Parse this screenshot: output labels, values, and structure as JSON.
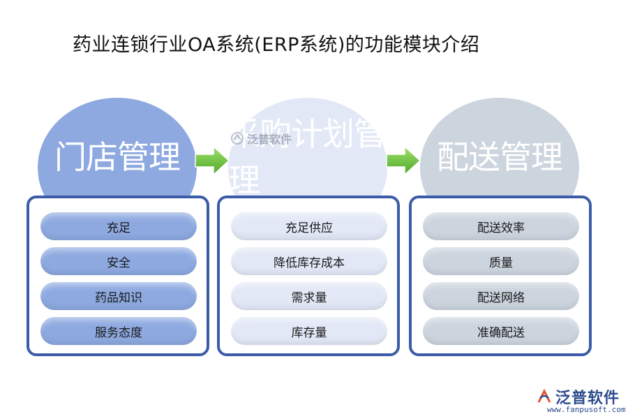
{
  "title": "药业连锁行业OA系统(ERP系统)的功能模块介绍",
  "modules": [
    {
      "heading": "门店管理",
      "items": [
        "充足",
        "安全",
        "药品知识",
        "服务态度"
      ]
    },
    {
      "heading": "采购计划管理",
      "items": [
        "充足供应",
        "降低库存成本",
        "需求量",
        "库存量"
      ]
    },
    {
      "heading": "配送管理",
      "items": [
        "配送效率",
        "质量",
        "配送网络",
        "准确配送"
      ]
    }
  ],
  "watermark": "泛普软件",
  "logo": {
    "name": "泛普软件",
    "url": "www.fanpusoft.com"
  },
  "colors": {
    "blue": "#8da9e0",
    "light": "#e2e8f6",
    "gray": "#ccd4de",
    "border": "#3c5ca8",
    "arrow": "#6ec23c"
  }
}
